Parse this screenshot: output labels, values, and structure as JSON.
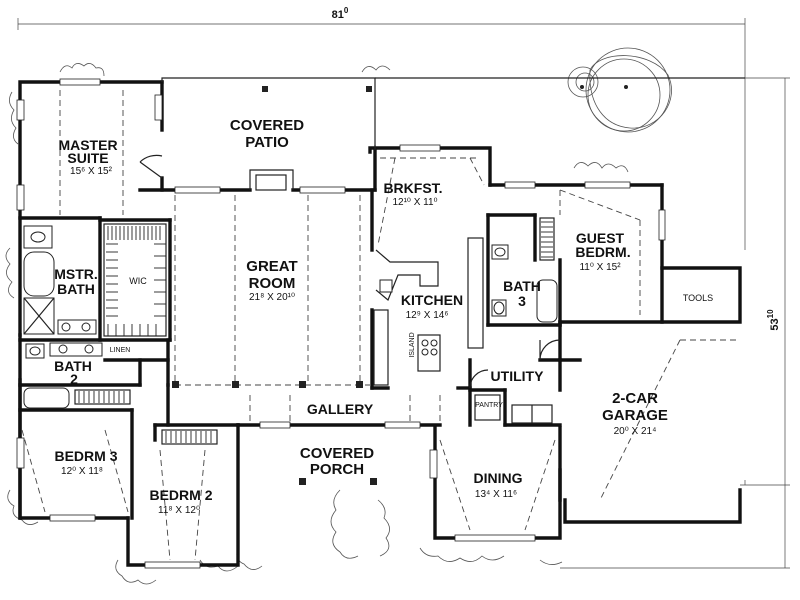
{
  "plan": {
    "overall_width": "81",
    "overall_width_sup": "0",
    "overall_depth": "53",
    "overall_depth_sup": "10"
  },
  "rooms": {
    "master_suite": {
      "l1": "MASTER",
      "l2": "SUITE",
      "dim": "15⁶ X 15²"
    },
    "covered_patio": {
      "l1": "COVERED",
      "l2": "PATIO"
    },
    "great_room": {
      "l1": "GREAT",
      "l2": "ROOM",
      "dim": "21⁸ X 20¹⁰"
    },
    "brkfst": {
      "l1": "BRKFST.",
      "dim": "12¹⁰ X 11⁰"
    },
    "kitchen": {
      "l1": "KITCHEN",
      "dim": "12⁹ X 14⁶"
    },
    "island": "ISLAND",
    "guest_bedrm": {
      "l1": "GUEST",
      "l2": "BEDRM.",
      "dim": "11⁰ X 15²"
    },
    "bath3": {
      "l1": "BATH",
      "l2": "3"
    },
    "tools": "TOOLS",
    "mstr_bath": {
      "l1": "MSTR.",
      "l2": "BATH"
    },
    "wic": "WIC",
    "linen": "LINEN",
    "bath2": {
      "l1": "BATH",
      "l2": "2"
    },
    "utility": "UTILITY",
    "pantry": "PANTRY",
    "garage": {
      "l1": "2-CAR",
      "l2": "GARAGE",
      "dim": "20⁰ X 21⁴"
    },
    "gallery": "GALLERY",
    "bedrm3": {
      "l1": "BEDRM 3",
      "dim": "12⁰ X 11⁸"
    },
    "bedrm2": {
      "l1": "BEDRM 2",
      "dim": "11⁸ X 12⁰"
    },
    "covered_porch": {
      "l1": "COVERED",
      "l2": "PORCH"
    },
    "dining": {
      "l1": "DINING",
      "dim": "13⁴ X 11⁶"
    }
  }
}
